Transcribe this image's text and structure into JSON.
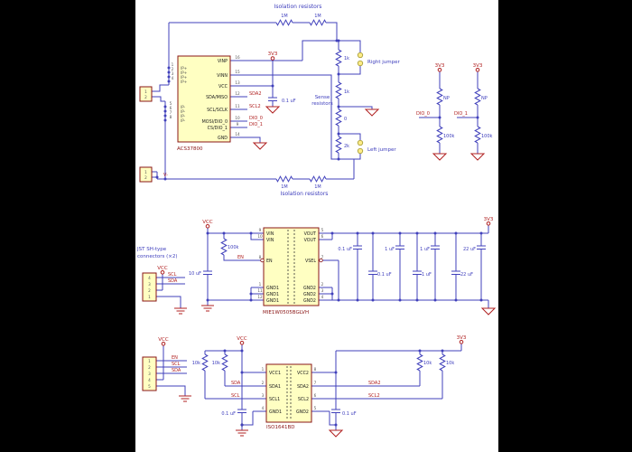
{
  "annotations": {
    "iso_top": "Isolation resistors",
    "iso_bottom": "Isolation resistors",
    "sense_1": "Sense",
    "sense_2": "resistors",
    "right_jumper": "Right jumper",
    "left_jumper": "Left jumper",
    "jst_1": "JST SH-type",
    "jst_2": "connectors (×2)"
  },
  "power": {
    "v33": "3V3",
    "vcc": "VCC",
    "vminus": "V-"
  },
  "nets": {
    "sda2": "SDA2",
    "scl2": "SCL2",
    "dio0": "DIO_0",
    "dio1": "DIO_1",
    "sda": "SDA",
    "scl": "SCL",
    "en": "EN"
  },
  "values": {
    "r1m": "1M",
    "r1k": "1k",
    "r0": "0",
    "r2k": "2k",
    "rnp": "NP",
    "r100k": "100k",
    "r10k": "10k",
    "c01": "0.1 uF",
    "c1": "1 uF",
    "c22": "22 uF",
    "c10": "10 uF"
  },
  "components": {
    "acs": {
      "name": "ACS37800",
      "pins_left_nums": [
        "1",
        "2",
        "3",
        "4",
        "5",
        "6",
        "7",
        "8"
      ],
      "pins_left": [
        "IP+",
        "IP+",
        "IP+",
        "IP+",
        "IP-",
        "IP-",
        "IP-",
        "IP-"
      ],
      "pins_right": [
        {
          "n": "16",
          "l": "VINP"
        },
        {
          "n": "15",
          "l": "VINN"
        },
        {
          "n": "13",
          "l": "VCC"
        },
        {
          "n": "12",
          "l": "SDA/MISO"
        },
        {
          "n": "11",
          "l": "SCL/SCLK"
        },
        {
          "n": "10",
          "l": "MOSI/DIO_0"
        },
        {
          "n": "9",
          "l": "CS/DIO_1"
        },
        {
          "n": "14",
          "l": "GND"
        }
      ]
    },
    "dcdc": {
      "name": "MIE1W0505BGLVH",
      "left": [
        {
          "n": "9",
          "l": "VIN"
        },
        {
          "n": "10",
          "l": "VIN"
        },
        {
          "n": "8",
          "l": "EN"
        },
        {
          "n": "1",
          "l": "GND1"
        },
        {
          "n": "11",
          "l": "GND1"
        },
        {
          "n": "12",
          "l": "GND1"
        }
      ],
      "right": [
        {
          "n": "5",
          "l": "VOUT"
        },
        {
          "n": "6",
          "l": "VOUT"
        },
        {
          "n": "7",
          "l": "VSEL"
        },
        {
          "n": "2",
          "l": "GND2"
        },
        {
          "n": "3",
          "l": "GND2"
        },
        {
          "n": "4",
          "l": "GND2"
        }
      ]
    },
    "iso": {
      "name": "ISO1641BD",
      "left": [
        {
          "n": "1",
          "l": "VCC1"
        },
        {
          "n": "2",
          "l": "SDA1"
        },
        {
          "n": "3",
          "l": "SCL1"
        },
        {
          "n": "4",
          "l": "GND1"
        }
      ],
      "right": [
        {
          "n": "8",
          "l": "VCC2"
        },
        {
          "n": "7",
          "l": "SDA2"
        },
        {
          "n": "6",
          "l": "SCL2"
        },
        {
          "n": "5",
          "l": "GND2"
        }
      ]
    },
    "conn2_pins": [
      "1",
      "2"
    ],
    "conn4_pins": [
      "4",
      "3",
      "2",
      "1"
    ],
    "conn5_pins": [
      "1",
      "2",
      "3",
      "4",
      "5"
    ]
  }
}
